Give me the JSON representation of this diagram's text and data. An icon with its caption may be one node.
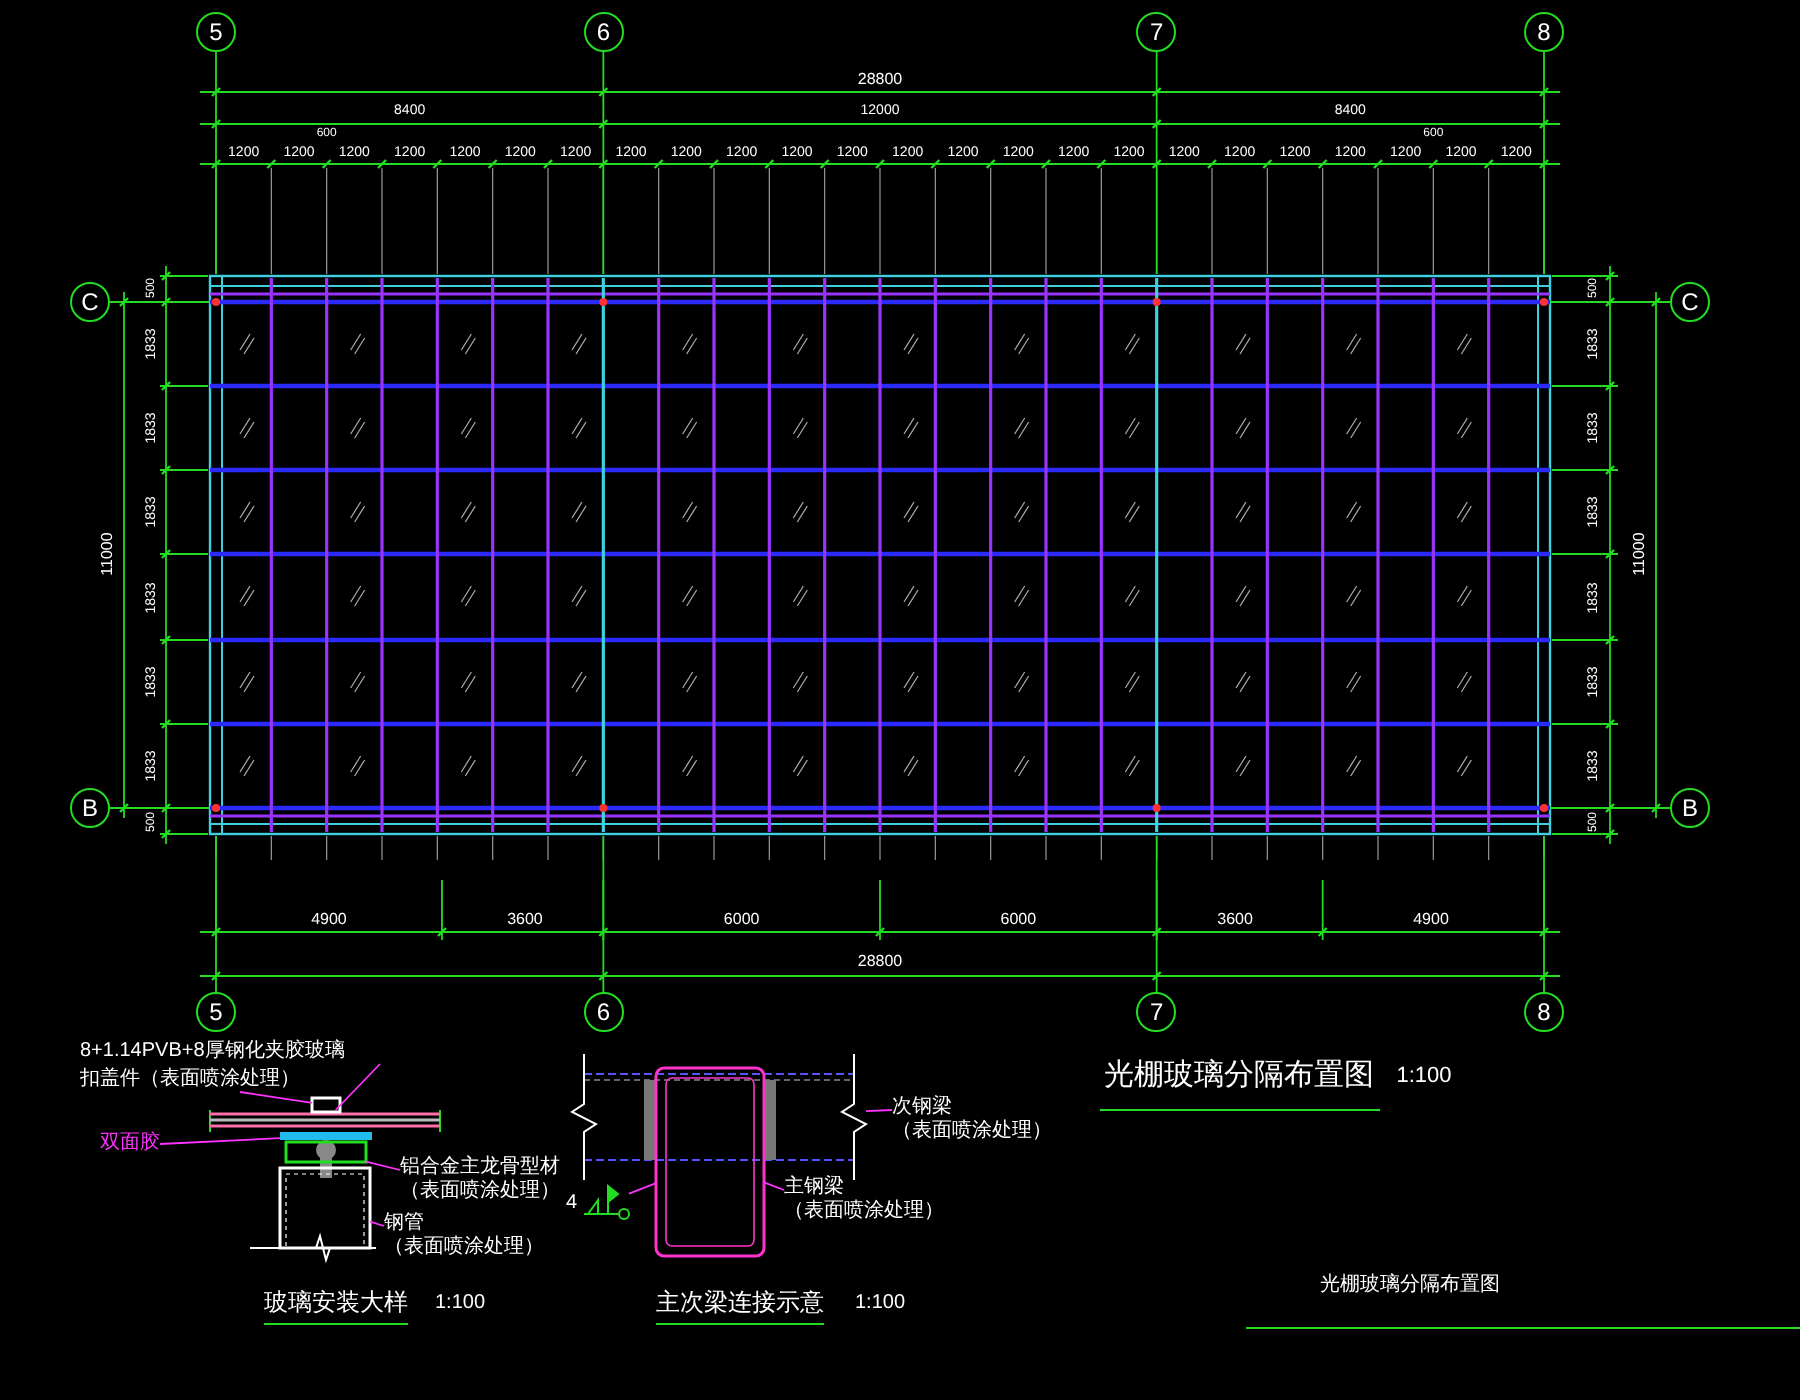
{
  "diagram": {
    "title": "光棚玻璃分隔布置图",
    "nodes": [
      {
        "text": [
          "5"
        ]
      },
      {
        "text": [
          "6"
        ]
      },
      {
        "text": [
          "7"
        ]
      },
      {
        "text": [
          "8"
        ]
      },
      {
        "text": [
          "C"
        ]
      },
      {
        "text": [
          "C"
        ]
      },
      {
        "text": [
          "B"
        ]
      },
      {
        "text": [
          "B"
        ]
      },
      {
        "text": [
          "5"
        ]
      },
      {
        "text": [
          "6"
        ]
      },
      {
        "text": [
          "7"
        ]
      },
      {
        "text": [
          "8"
        ]
      },
      {
        "text": [
          "8+1.14PVB+8厚钢化夹胶玻璃"
        ]
      },
      {
        "text": [
          "扣盖件（表面喷涂处理）"
        ]
      },
      {
        "text": [
          "双面胶"
        ]
      },
      {
        "text": [
          "铝合金主龙骨型材",
          "（表面喷涂处理）"
        ]
      },
      {
        "text": [
          "钢管",
          "（表面喷涂处理）"
        ]
      },
      {
        "text": [
          "次钢梁",
          "（表面喷涂处理）"
        ]
      },
      {
        "text": [
          "主钢梁",
          "（表面喷涂处理）"
        ]
      },
      {
        "text": [],
        "shape": "bar"
      },
      {
        "text": [],
        "shape": "box"
      },
      {
        "text": [],
        "shape": "bar"
      },
      {
        "text": [],
        "shape": "box"
      },
      {
        "text": [],
        "shape": "box"
      },
      {
        "text": [],
        "shape": "bar"
      },
      {
        "text": [],
        "shape": "box"
      },
      {
        "text": [],
        "shape": "symbol",
        "beside": [
          "4"
        ]
      }
    ],
    "edges": [
      {
        "from": 12,
        "to": 19,
        "arrow": "none"
      },
      {
        "from": 13,
        "to": 20,
        "arrow": "none"
      },
      {
        "from": 14,
        "to": 21,
        "arrow": "none"
      },
      {
        "from": 15,
        "to": 22,
        "arrow": "none"
      },
      {
        "from": 16,
        "to": 23,
        "arrow": "none"
      },
      {
        "from": 17,
        "to": 24,
        "arrow": "none"
      },
      {
        "from": 18,
        "to": 25,
        "arrow": "none"
      },
      {
        "from": 26,
        "to": 25,
        "arrow": "none"
      }
    ],
    "labels": [
      "28800",
      "8400",
      "12000",
      "8400",
      "1200",
      "1200",
      "600",
      "1200",
      "1200",
      "1200",
      "1200",
      "1200",
      "1200",
      "1200",
      "1200",
      "1200",
      "1200",
      "1200",
      "1200",
      "1200",
      "1200",
      "1200",
      "1200",
      "1200",
      "1200",
      "1200",
      "1200",
      "600",
      "1200",
      "1200",
      "500",
      "1833",
      "1833",
      "1833",
      "1833",
      "1833",
      "1833",
      "500",
      "11000",
      "500",
      "1833",
      "1833",
      "1833",
      "1833",
      "1833",
      "1833",
      "500",
      "11000",
      "4900",
      "3600",
      "6000",
      "6000",
      "3600",
      "4900",
      "28800",
      "玻璃安装大样",
      "1:100",
      "主次梁连接示意",
      "1:100",
      "1:100",
      "光棚玻璃分隔布置图"
    ]
  }
}
